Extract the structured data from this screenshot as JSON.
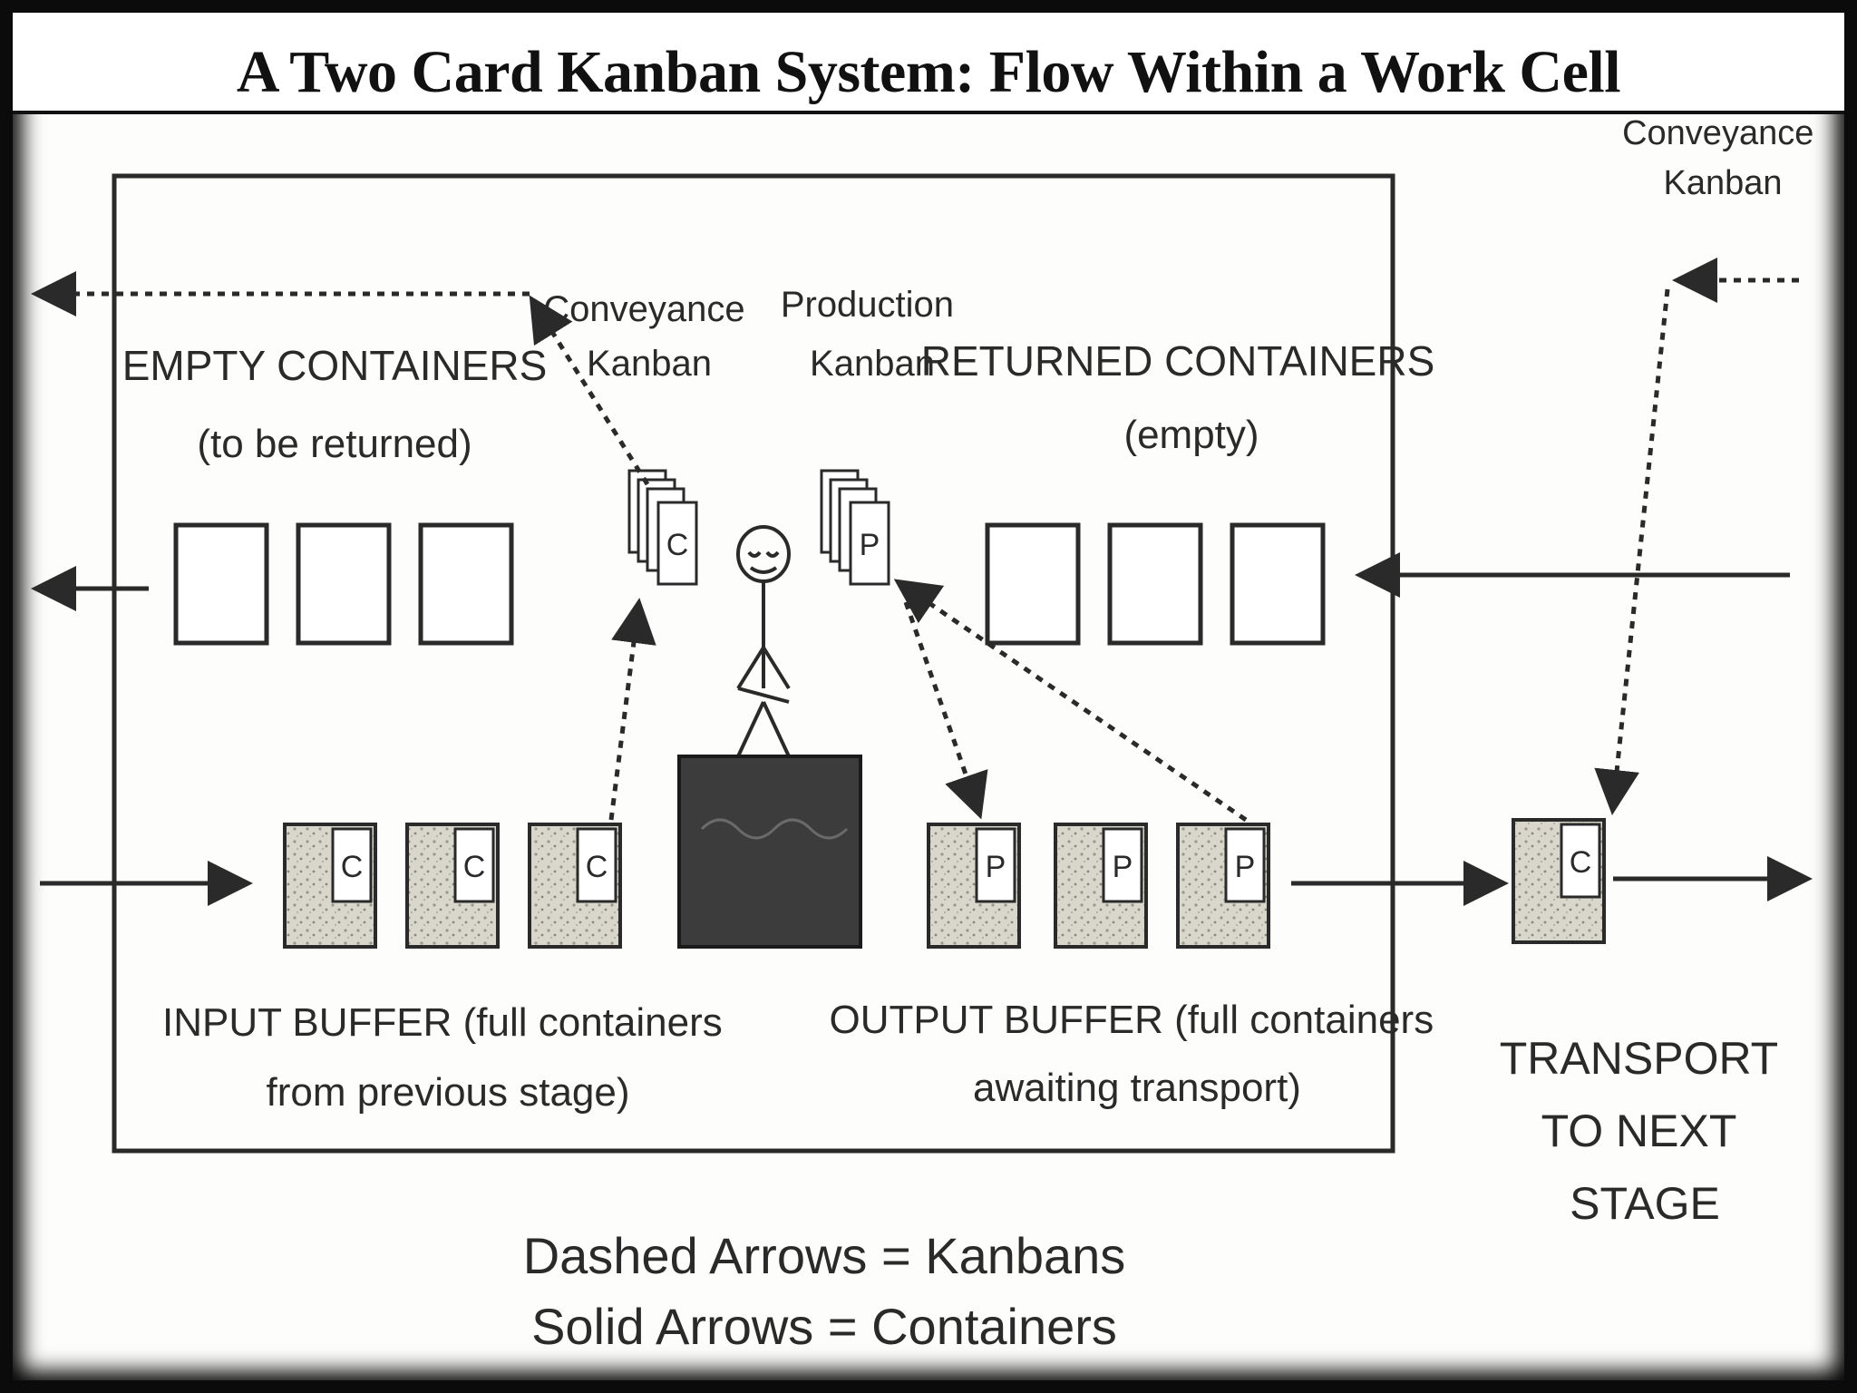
{
  "title": "A Two Card Kanban System: Flow Within a Work Cell",
  "labels": {
    "conveyance_top_right": [
      "Conveyance",
      "Kanban"
    ],
    "conveyance_center": [
      "Conveyance",
      "Kanban"
    ],
    "production_center": [
      "Production",
      "Kanban"
    ],
    "empty_containers": "EMPTY CONTAINERS",
    "empty_containers_sub": "(to be returned)",
    "returned_containers": "RETURNED CONTAINERS",
    "returned_containers_sub": "(empty)",
    "input_buffer": [
      "INPUT BUFFER (full containers",
      "from previous stage)"
    ],
    "output_buffer": [
      "OUTPUT BUFFER (full containers",
      "awaiting transport)"
    ],
    "transport": [
      "TRANSPORT",
      "TO NEXT",
      "STAGE"
    ],
    "legend_dashed": "Dashed Arrows = Kanbans",
    "legend_solid": "Solid Arrows = Containers"
  },
  "card_letters": {
    "conveyance": "C",
    "production": "P"
  },
  "colors": {
    "ink": "#2a2a2a",
    "machine": "#3c3c3c",
    "container_fill": "#d9d6cc",
    "frame_background": "#0b0b0b"
  }
}
